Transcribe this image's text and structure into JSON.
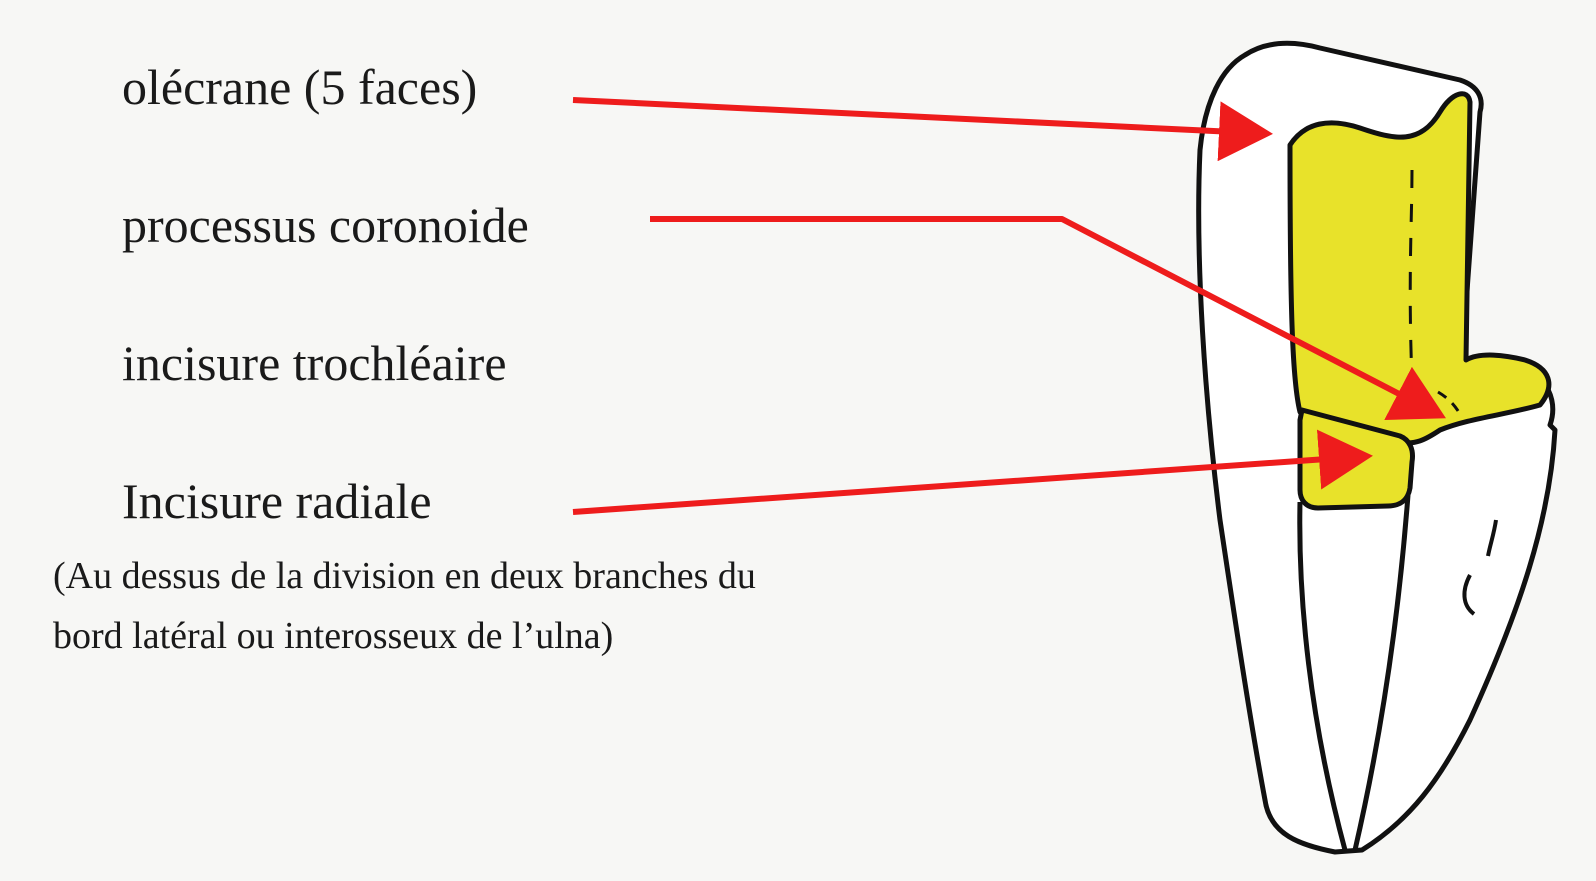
{
  "labels": {
    "olecrane": "olécrane (5 faces)",
    "coronoide": "processus coronoide",
    "trochleaire": "incisure trochléaire",
    "radiale": "Incisure radiale"
  },
  "note": {
    "line1": "(Au dessus de la division  en deux branches du",
    "line2": "bord latéral ou interosseux de l’ulna)"
  },
  "colors": {
    "background": "#f7f7f5",
    "arrow": "#ee1c1c",
    "highlight": "#e8e22a",
    "outline": "#111111"
  }
}
